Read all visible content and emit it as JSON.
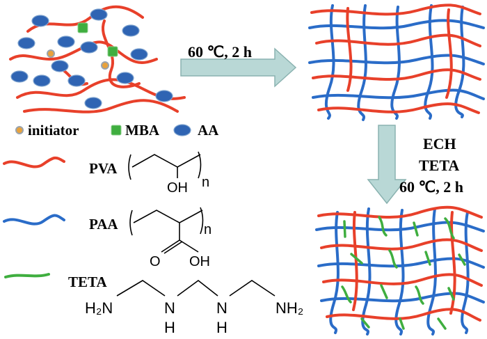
{
  "step1": {
    "condition": "60 ℃, 2 h"
  },
  "step2": {
    "reagent1": "ECH",
    "reagent2": "TETA",
    "condition": "60 ℃, 2 h"
  },
  "legend": {
    "initiator": "initiator",
    "mba": "MBA",
    "aa": "AA",
    "pva": "PVA",
    "paa": "PAA",
    "teta": "TETA"
  },
  "chem": {
    "subscript_n": "n",
    "pva_oh": "OH",
    "paa_o": "O",
    "paa_oh": "OH",
    "teta_h2n": "H₂N",
    "teta_n": "N",
    "teta_h": "H",
    "teta_nh2": "NH₂"
  },
  "colors": {
    "pva": "#e8402a",
    "paa": "#2a6cc8",
    "teta": "#3fae3f",
    "aa_fill": "#2f64b3",
    "mba": "#3fae3f",
    "initiator": "#e8a23c",
    "arrow_fill": "#b9d8d6",
    "arrow_stroke": "#8ab2b0"
  }
}
